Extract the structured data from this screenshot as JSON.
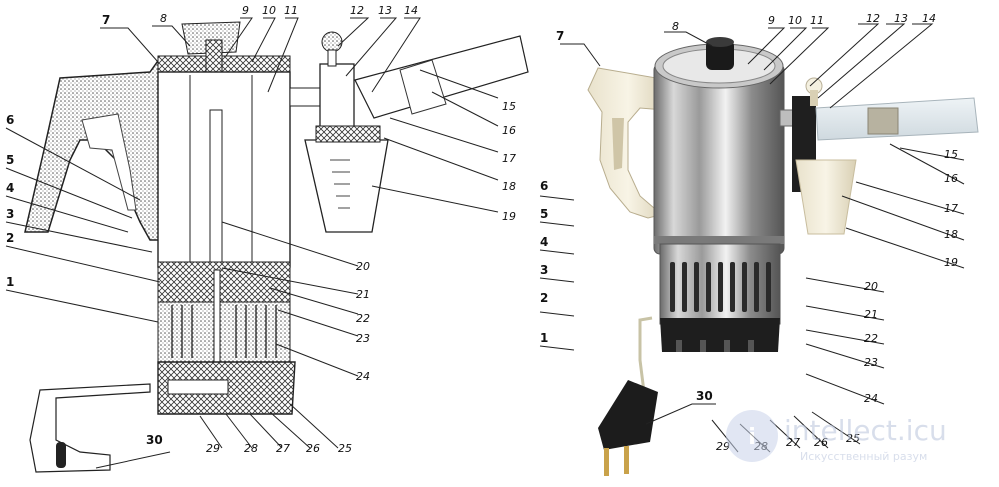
{
  "left_drawing": {
    "labels": [
      "7",
      "8",
      "9",
      "10",
      "11",
      "12",
      "13",
      "14",
      "15",
      "16",
      "17",
      "18",
      "19",
      "20",
      "21",
      "22",
      "23",
      "24",
      "25",
      "26",
      "27",
      "28",
      "29",
      "30",
      "6",
      "5",
      "4",
      "3",
      "2",
      "1"
    ]
  },
  "right_photo": {
    "labels": [
      "7",
      "8",
      "9",
      "10",
      "11",
      "12",
      "13",
      "14",
      "15",
      "16",
      "17",
      "18",
      "19",
      "20",
      "21",
      "22",
      "23",
      "24",
      "25",
      "26",
      "27",
      "28",
      "29",
      "30",
      "6",
      "5",
      "4",
      "3",
      "2",
      "1"
    ]
  },
  "watermark": {
    "brand": "intellect.icu",
    "subtitle": "Искусственный разум"
  }
}
